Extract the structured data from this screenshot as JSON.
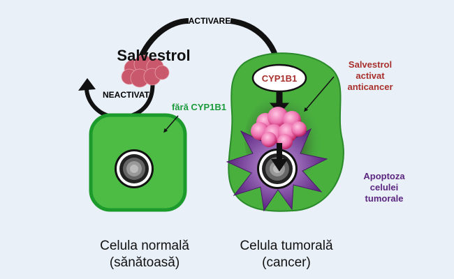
{
  "labels": {
    "activation": "ACTIVARE",
    "salvestrol": "Salvestrol",
    "inactivated": "NEACTIVAT",
    "without_enzyme": "fără CYP1B1",
    "enzyme": "CYP1B1",
    "activated_line1": "Salvestrol",
    "activated_line2": "activat",
    "activated_line3": "anticancer",
    "apoptosis_line1": "Apoptoza",
    "apoptosis_line2": "celulei",
    "apoptosis_line3": "tumorale",
    "normal_cell_line1": "Celula normală",
    "normal_cell_line2": "(sănătoasă)",
    "tumor_cell_line1": "Celula tumorală",
    "tumor_cell_line2": "(cancer)"
  },
  "colors": {
    "background": "#e9f0f8",
    "cell_green": "#4cbc44",
    "cell_border": "#1d9a2c",
    "salvestrol_pink": "#c9586c",
    "activated_pink": "#e85c9c",
    "enzyme_text": "#a8302c",
    "apoptosis_purple": "#5b2680",
    "green_text": "#1a9a3a"
  }
}
